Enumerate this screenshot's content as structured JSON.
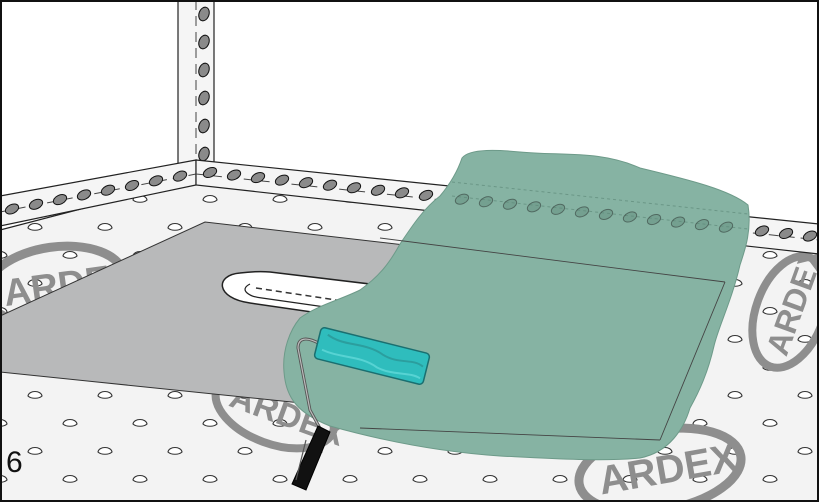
{
  "step_number": "6",
  "logo_text": "ARDEX",
  "colors": {
    "membrane_green": "#86b3a3",
    "roller_cyan": "#2fbdbd",
    "sheet_gray": "#b8b9ba",
    "floor_pattern": "#e9e9e9",
    "stud_gray": "#8a8a8a",
    "outline": "#111111"
  },
  "icons": [
    "paint-roller-icon",
    "drain-channel-icon",
    "ardex-logo"
  ]
}
